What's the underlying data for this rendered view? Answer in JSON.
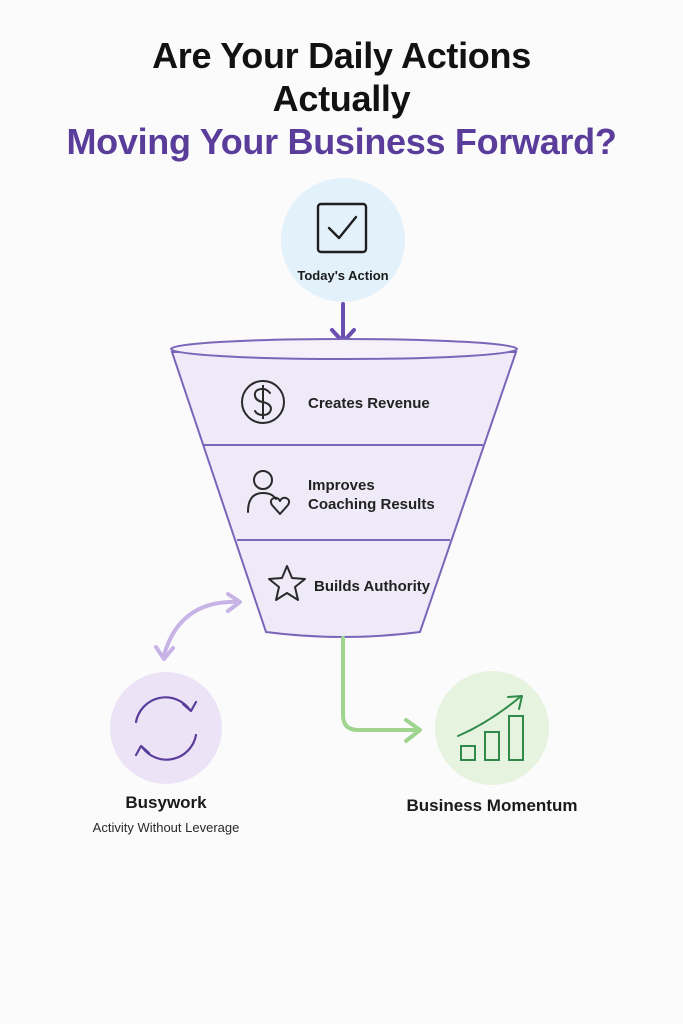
{
  "title": {
    "line1": "Are Your Daily Actions",
    "line2": "Actually",
    "line3": "Moving Your Business Forward?"
  },
  "start": {
    "label": "Today's Action",
    "icon": "checkbox-icon"
  },
  "funnel": {
    "stages": [
      {
        "label_line1": "Creates Revenue",
        "label_line2": "",
        "icon": "dollar-icon"
      },
      {
        "label_line1": "Improves",
        "label_line2": "Coaching Results",
        "icon": "person-heart-icon"
      },
      {
        "label_line1": "Builds Authority",
        "label_line2": "",
        "icon": "star-icon"
      }
    ]
  },
  "outcomes": {
    "busywork": {
      "title": "Busywork",
      "subtitle": "Activity Without Leverage",
      "icon": "refresh-cycle-icon"
    },
    "momentum": {
      "title": "Business Momentum",
      "icon": "growth-chart-icon"
    }
  },
  "colors": {
    "accent_purple": "#6a4fb0",
    "funnel_fill": "#efeaf8",
    "funnel_stroke": "#7a66b8",
    "start_circle": "#e3f1fb",
    "busywork_circle": "#ece4f6",
    "momentum_circle": "#e6f4df",
    "green_arrow": "#9fd58e",
    "lavender_arrow": "#c8b3e6"
  }
}
